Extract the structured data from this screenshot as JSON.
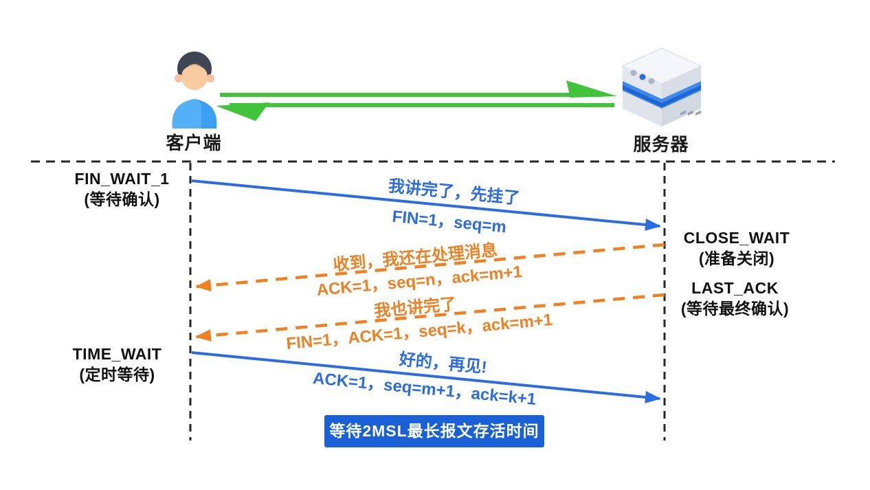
{
  "actors": {
    "client": "客户端",
    "server": "服务器"
  },
  "client_states": [
    {
      "name": "FIN_WAIT_1",
      "desc": "(等待确认)"
    },
    {
      "name": "TIME_WAIT",
      "desc": "(定时等待)"
    }
  ],
  "server_states": [
    {
      "name": "CLOSE_WAIT",
      "desc": "(准备关闭)"
    },
    {
      "name": "LAST_ACK",
      "desc": "(等待最终确认)"
    }
  ],
  "messages": [
    {
      "label": "我讲完了，先挂了",
      "detail": "FIN=1，seq=m",
      "from": "client",
      "to": "server",
      "line": "solid",
      "color": "#2B6CE2"
    },
    {
      "label": "收到，我还在处理消息",
      "detail": "ACK=1，seq=n，ack=m+1",
      "from": "server",
      "to": "client",
      "line": "dashed",
      "color": "#F08123"
    },
    {
      "label": "我也讲完了",
      "detail": "FIN=1，ACK=1，seq=k，ack=m+1",
      "from": "server",
      "to": "client",
      "line": "dashed",
      "color": "#F08123"
    },
    {
      "label": "好的，再见!",
      "detail": "ACK=1，seq=m+1，ack=k+1",
      "from": "client",
      "to": "server",
      "line": "solid",
      "color": "#2B6CE2"
    }
  ],
  "footer_badge": "等待2MSL最长报文存活时间",
  "colors": {
    "blue": "#2B6CE2",
    "orange": "#F08123",
    "green": "#41C43C",
    "badge_bg": "#1A61D8",
    "lifeline": "#262626"
  }
}
